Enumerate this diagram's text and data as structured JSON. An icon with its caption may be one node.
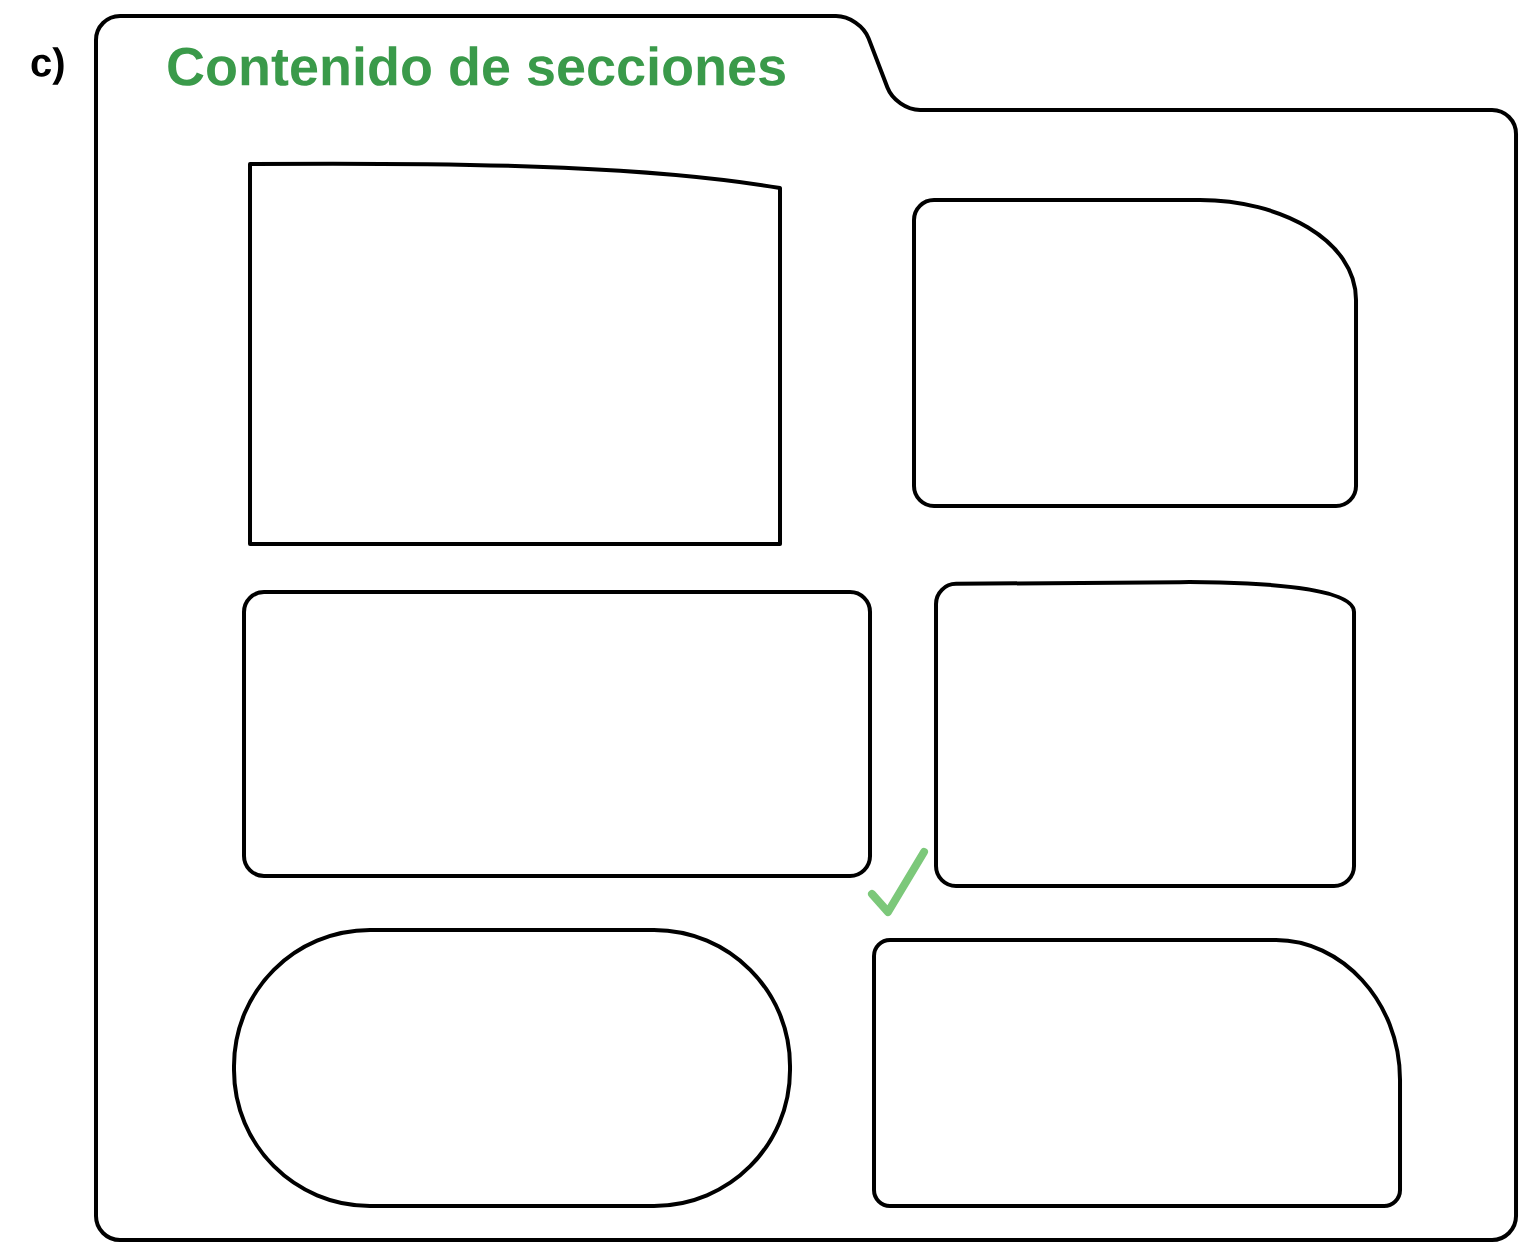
{
  "diagram": {
    "nodes": [
      {
        "text": [
          "Contenido de secciones"
        ]
      },
      {
        "text": [],
        "shape": "box",
        "in": 0
      },
      {
        "text": [],
        "shape": "box",
        "in": 0
      },
      {
        "text": [],
        "shape": "box",
        "in": 0
      },
      {
        "text": [],
        "shape": "box",
        "in": 0
      },
      {
        "text": [],
        "shape": "box",
        "in": 0
      },
      {
        "text": [],
        "shape": "box",
        "in": 0
      }
    ],
    "labels": [
      "c)"
    ]
  }
}
